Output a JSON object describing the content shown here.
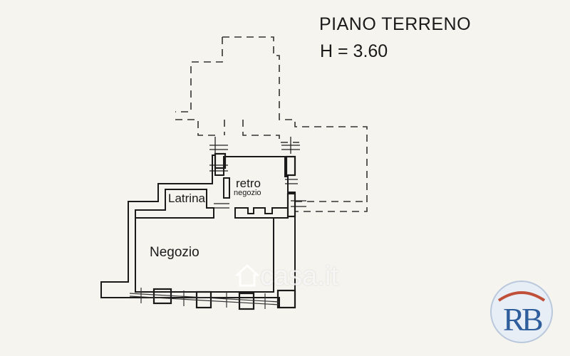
{
  "header": {
    "title": "PIANO TERRENO",
    "height_label": "H = 3.60"
  },
  "rooms": {
    "latrina": "Latrina",
    "retro_negozio_line1": "retro",
    "retro_negozio_line2": "negozio",
    "negozio": "Negozio"
  },
  "watermark": {
    "text": "casa.it",
    "icon": "house-icon"
  },
  "logo": {
    "text": "RB",
    "colors": {
      "primary": "#2f5e9c",
      "accent": "#c0503a"
    }
  },
  "colors": {
    "background": "#f6f4ee",
    "wall": "#1a1a1a"
  }
}
